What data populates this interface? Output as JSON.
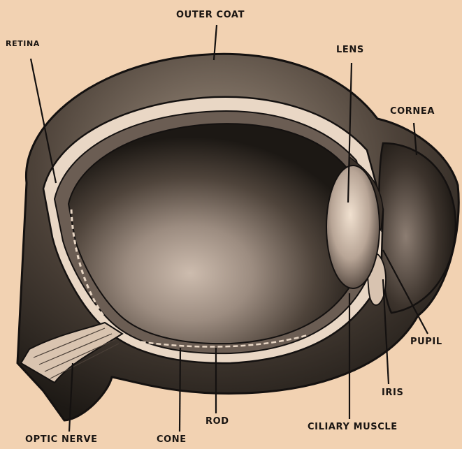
{
  "labels": {
    "outer_coat": "OUTER COAT",
    "retina": "RETINA",
    "lens": "LENS",
    "cornea": "CORNEA",
    "pupil": "PUPIL",
    "iris": "IRIS",
    "rod": "ROD",
    "ciliary_muscle": "CILIARY MUSCLE",
    "optic_nerve": "OPTIC NERVE",
    "cone": "CONE"
  },
  "colors": {
    "background": "#f2d2b2",
    "ink": "#1a1512",
    "interior_light": "#c7b5a7",
    "coat_shade": "#8f8075"
  }
}
